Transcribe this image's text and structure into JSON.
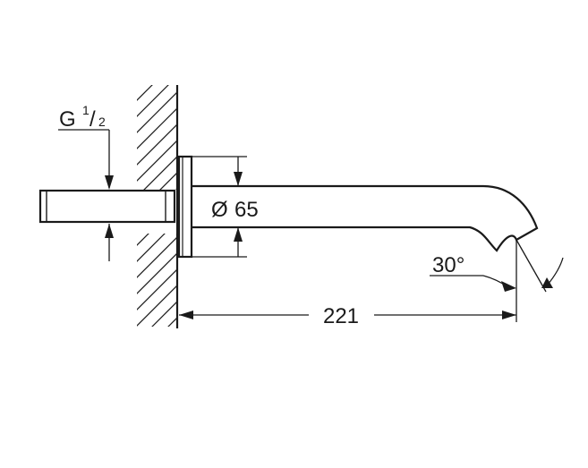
{
  "labels": {
    "thread_main": "G",
    "thread_sup": "1",
    "thread_slash": "/",
    "thread_sub": "2",
    "diameter_symbol": "Ø",
    "diameter_value": "65",
    "angle": "30°",
    "length": "221"
  },
  "colors": {
    "line": "#1a1a1a",
    "background": "#ffffff"
  }
}
